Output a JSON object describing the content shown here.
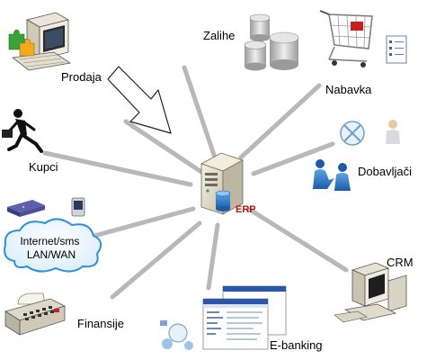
{
  "diagram": {
    "hub": {
      "label": "ERP",
      "accent": "#b01515"
    },
    "spoke_color": "#b8b8b8",
    "nodes": [
      {
        "id": "prodaja",
        "label": "Prodaja",
        "icon": "desktop-computer-icon"
      },
      {
        "id": "zalihe",
        "label": "Zalihe",
        "icon": "database-stack-icon"
      },
      {
        "id": "nabavka",
        "label": "Nabavka",
        "icon": "shopping-cart-icon"
      },
      {
        "id": "kupci",
        "label": "Kupci",
        "icon": "running-person-icon"
      },
      {
        "id": "dobavljaci",
        "label": "Dobavljači",
        "icon": "handshake-people-icon"
      },
      {
        "id": "internet",
        "label": "Internet/sms\nLAN/WAN",
        "icon": "cloud-network-icon"
      },
      {
        "id": "crm",
        "label": "CRM",
        "icon": "crt-computer-icon"
      },
      {
        "id": "finansije",
        "label": "Finansije",
        "icon": "calculator-icon"
      },
      {
        "id": "ebanking",
        "label": "E-banking",
        "icon": "browser-windows-icon"
      }
    ]
  }
}
